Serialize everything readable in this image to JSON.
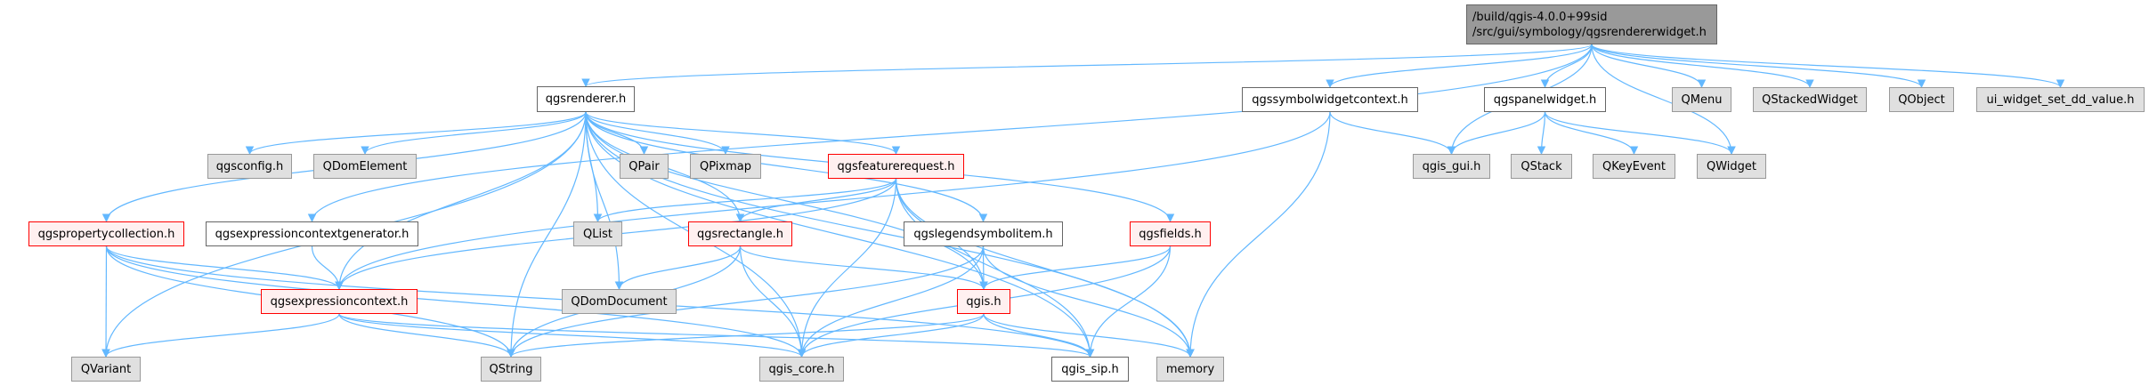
{
  "graph": {
    "root": {
      "line1": "/build/qgis-4.0.0+99sid",
      "line2": "/src/gui/symbology/qgsrendererwidget.h"
    },
    "nodes": {
      "qgsrenderer": "qgsrenderer.h",
      "qgssymbolwidgetcontext": "qgssymbolwidgetcontext.h",
      "qgspanelwidget": "qgspanelwidget.h",
      "QMenu": "QMenu",
      "QStackedWidget": "QStackedWidget",
      "QObject": "QObject",
      "ui_widget": "ui_widget_set_dd_value.h",
      "qgsconfig": "qgsconfig.h",
      "QDomElement": "QDomElement",
      "QPair": "QPair",
      "QPixmap": "QPixmap",
      "qgsfeaturerequest": "qgsfeaturerequest.h",
      "qgis_gui": "qgis_gui.h",
      "QStack": "QStack",
      "QKeyEvent": "QKeyEvent",
      "QWidget": "QWidget",
      "qgspropertycollection": "qgspropertycollection.h",
      "qgsexpressioncontextgenerator": "qgsexpressioncontextgenerator.h",
      "QList": "QList",
      "qgsrectangle": "qgsrectangle.h",
      "qgslegendsymbolitem": "qgslegendsymbolitem.h",
      "qgsfields": "qgsfields.h",
      "qgsexpressioncontext": "qgsexpressioncontext.h",
      "QDomDocument": "QDomDocument",
      "qgis": "qgis.h",
      "QVariant": "QVariant",
      "QString": "QString",
      "qgis_core": "qgis_core.h",
      "qgis_sip": "qgis_sip.h",
      "memory": "memory"
    },
    "edges": [
      [
        "root",
        "qgsrenderer"
      ],
      [
        "root",
        "qgsexpressioncontextgenerator"
      ],
      [
        "root",
        "qgssymbolwidgetcontext"
      ],
      [
        "root",
        "qgis_gui"
      ],
      [
        "root",
        "qgspanelwidget"
      ],
      [
        "root",
        "QWidget"
      ],
      [
        "root",
        "QMenu"
      ],
      [
        "root",
        "QStackedWidget"
      ],
      [
        "root",
        "QObject"
      ],
      [
        "root",
        "ui_widget"
      ],
      [
        "qgsrenderer",
        "qgsconfig"
      ],
      [
        "qgsrenderer",
        "QDomElement"
      ],
      [
        "qgsrenderer",
        "QPair"
      ],
      [
        "qgsrenderer",
        "QPixmap"
      ],
      [
        "qgsrenderer",
        "qgsfeaturerequest"
      ],
      [
        "qgsrenderer",
        "qgslegendsymbolitem"
      ],
      [
        "qgsrenderer",
        "qgsfields"
      ],
      [
        "qgsrenderer",
        "QList"
      ],
      [
        "qgsrenderer",
        "qgsrectangle"
      ],
      [
        "qgsrenderer",
        "QDomDocument"
      ],
      [
        "qgsrenderer",
        "qgspropertycollection"
      ],
      [
        "qgsrenderer",
        "QVariant"
      ],
      [
        "qgsrenderer",
        "QString"
      ],
      [
        "qgsrenderer",
        "qgis_core"
      ],
      [
        "qgsrenderer",
        "qgis_sip"
      ],
      [
        "qgsrenderer",
        "qgis"
      ],
      [
        "qgsrenderer",
        "memory"
      ],
      [
        "qgsrenderer",
        "qgsexpressioncontext"
      ],
      [
        "qgssymbolwidgetcontext",
        "qgis_gui"
      ],
      [
        "qgssymbolwidgetcontext",
        "memory"
      ],
      [
        "qgssymbolwidgetcontext",
        "qgsexpressioncontext"
      ],
      [
        "qgspanelwidget",
        "qgis_gui"
      ],
      [
        "qgspanelwidget",
        "QStack"
      ],
      [
        "qgspanelwidget",
        "QKeyEvent"
      ],
      [
        "qgspanelwidget",
        "QWidget"
      ],
      [
        "qgsfeaturerequest",
        "QList"
      ],
      [
        "qgsfeaturerequest",
        "qgsrectangle"
      ],
      [
        "qgsfeaturerequest",
        "qgsexpressioncontext"
      ],
      [
        "qgsfeaturerequest",
        "qgis"
      ],
      [
        "qgsfeaturerequest",
        "qgis_core"
      ],
      [
        "qgsfeaturerequest",
        "qgis_sip"
      ],
      [
        "qgsfeaturerequest",
        "memory"
      ],
      [
        "qgspropertycollection",
        "QVariant"
      ],
      [
        "qgspropertycollection",
        "QString"
      ],
      [
        "qgspropertycollection",
        "qgsexpressioncontext"
      ],
      [
        "qgspropertycollection",
        "qgis_core"
      ],
      [
        "qgspropertycollection",
        "qgis_sip"
      ],
      [
        "qgsexpressioncontextgenerator",
        "qgsexpressioncontext"
      ],
      [
        "qgsexpressioncontext",
        "QVariant"
      ],
      [
        "qgsexpressioncontext",
        "QString"
      ],
      [
        "qgsexpressioncontext",
        "qgis_core"
      ],
      [
        "qgsexpressioncontext",
        "qgis_sip"
      ],
      [
        "qgsrectangle",
        "QDomDocument"
      ],
      [
        "qgsrectangle",
        "qgis"
      ],
      [
        "qgsrectangle",
        "QString"
      ],
      [
        "qgsrectangle",
        "qgis_core"
      ],
      [
        "qgslegendsymbolitem",
        "qgis"
      ],
      [
        "qgslegendsymbolitem",
        "QString"
      ],
      [
        "qgslegendsymbolitem",
        "qgis_core"
      ],
      [
        "qgslegendsymbolitem",
        "memory"
      ],
      [
        "qgsfields",
        "qgis"
      ],
      [
        "qgsfields",
        "qgis_core"
      ],
      [
        "qgsfields",
        "qgis_sip"
      ],
      [
        "qgis",
        "QString"
      ],
      [
        "qgis",
        "qgis_core"
      ],
      [
        "qgis",
        "qgis_sip"
      ],
      [
        "qgis",
        "memory"
      ]
    ],
    "colors": {
      "edge": "#63b8ff",
      "root_fill": "#999999",
      "external_fill": "#e0e0e0",
      "truncated_border": "#ff0000"
    }
  }
}
